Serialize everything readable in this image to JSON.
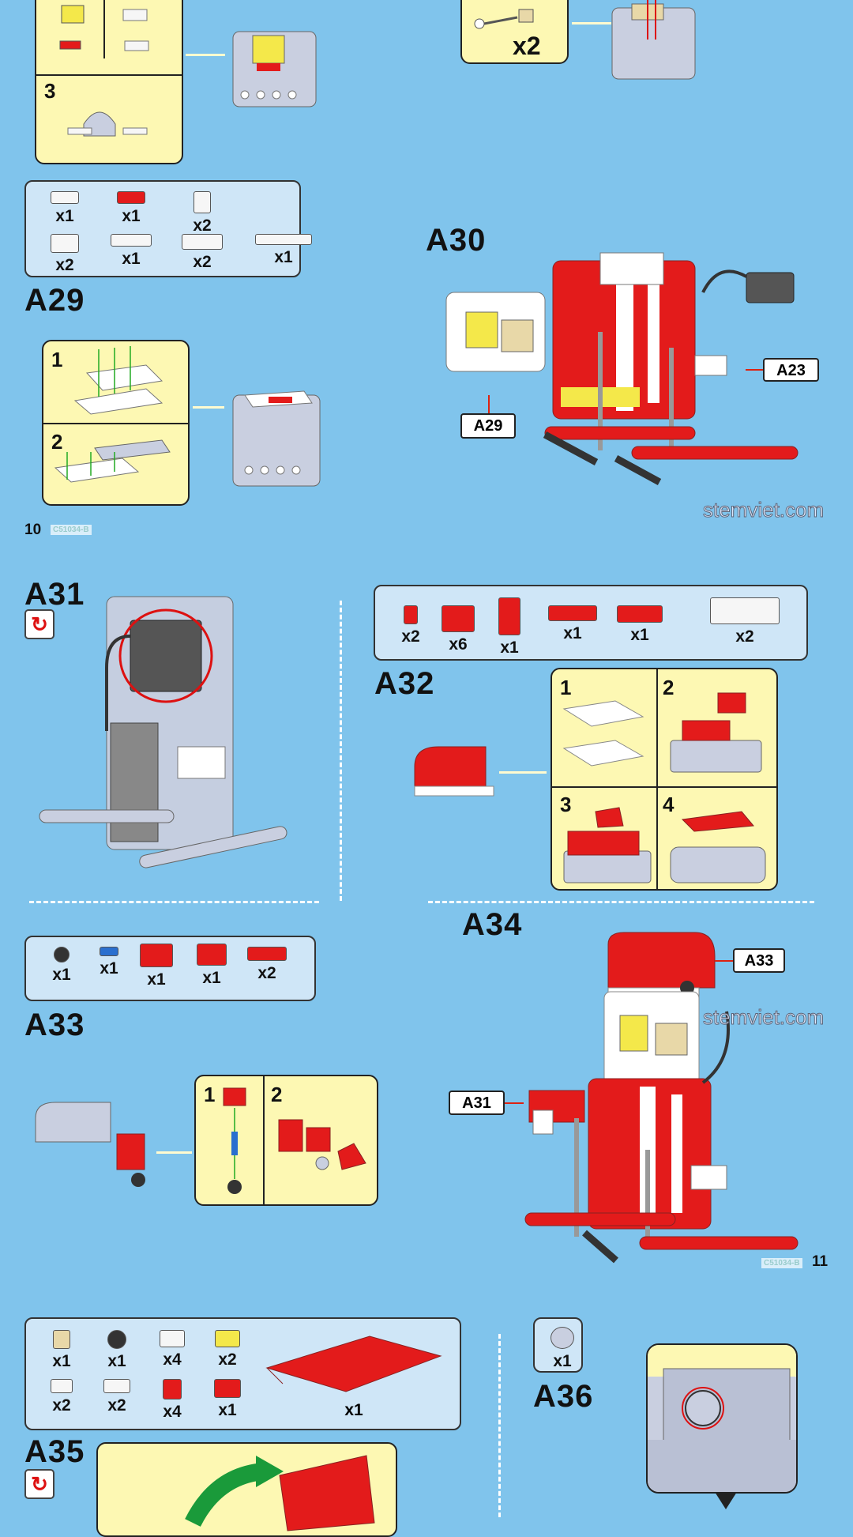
{
  "colors": {
    "background": "#80c4ec",
    "parts_box": "#cfe6f7",
    "panel": "#fdf8b3",
    "red": "#e31b1b",
    "white": "#f6f6f6",
    "gray": "#c9cfe0",
    "dark": "#333333",
    "blue": "#2a6fcf",
    "yellow": "#f4e84a",
    "tan": "#e8d8a8"
  },
  "top_left_panel": {
    "step_3": "3"
  },
  "top_middle_panel": {
    "count": "x2"
  },
  "a29": {
    "label": "A29",
    "parts": [
      {
        "count": "x1",
        "color": "#f6f6f6"
      },
      {
        "count": "x1",
        "color": "#e31b1b"
      },
      {
        "count": "x2",
        "color": "#f6f6f6"
      },
      {
        "count": "x2",
        "color": "#f6f6f6"
      },
      {
        "count": "x1",
        "color": "#f6f6f6"
      },
      {
        "count": "x2",
        "color": "#f6f6f6"
      },
      {
        "count": "x1",
        "color": "#f6f6f6"
      }
    ],
    "steps": [
      "1",
      "2"
    ]
  },
  "a30": {
    "label": "A30",
    "callout_a23": "A23",
    "callout_a29": "A29"
  },
  "watermark": "stemviet.com",
  "page_left": {
    "number": "10",
    "code": "C51034-B"
  },
  "a31": {
    "label": "A31",
    "rotate_icon": "rotate-icon"
  },
  "a32": {
    "label": "A32",
    "parts": [
      {
        "count": "x2",
        "color": "#e31b1b"
      },
      {
        "count": "x6",
        "color": "#e31b1b"
      },
      {
        "count": "x1",
        "color": "#e31b1b"
      },
      {
        "count": "x1",
        "color": "#e31b1b"
      },
      {
        "count": "x1",
        "color": "#e31b1b"
      },
      {
        "count": "x2",
        "color": "#f6f6f6"
      }
    ],
    "steps": [
      "1",
      "2",
      "3",
      "4"
    ]
  },
  "a33": {
    "label": "A33",
    "parts": [
      {
        "count": "x1",
        "color": "#333333"
      },
      {
        "count": "x1",
        "color": "#2a6fcf"
      },
      {
        "count": "x1",
        "color": "#e31b1b"
      },
      {
        "count": "x1",
        "color": "#e31b1b"
      },
      {
        "count": "x2",
        "color": "#e31b1b"
      }
    ],
    "steps": [
      "1",
      "2"
    ]
  },
  "a34": {
    "label": "A34",
    "callout_a33": "A33",
    "callout_a31": "A31"
  },
  "page_right": {
    "number": "11",
    "code": "C51034-B"
  },
  "a35": {
    "label": "A35",
    "parts": [
      {
        "count": "x1",
        "color": "#e8d8a8"
      },
      {
        "count": "x1",
        "color": "#333333"
      },
      {
        "count": "x4",
        "color": "#f6f6f6"
      },
      {
        "count": "x2",
        "color": "#f4e84a"
      },
      {
        "count": "x2",
        "color": "#f6f6f6"
      },
      {
        "count": "x2",
        "color": "#f6f6f6"
      },
      {
        "count": "x4",
        "color": "#e31b1b"
      },
      {
        "count": "x1",
        "color": "#e31b1b"
      }
    ],
    "bag": {
      "count": "x1",
      "color": "#e31b1b"
    }
  },
  "a36": {
    "label": "A36",
    "parts": [
      {
        "count": "x1",
        "color": "#c9cfe0"
      }
    ]
  }
}
